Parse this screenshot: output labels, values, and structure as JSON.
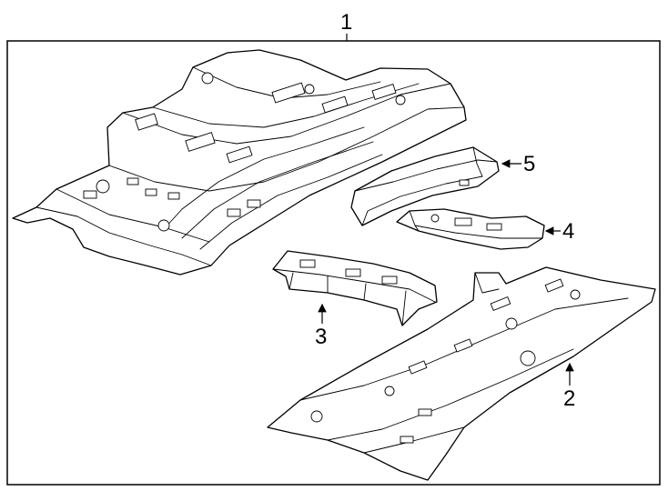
{
  "diagram": {
    "callouts": [
      {
        "id": "1",
        "label": "1"
      },
      {
        "id": "2",
        "label": "2"
      },
      {
        "id": "3",
        "label": "3"
      },
      {
        "id": "4",
        "label": "4"
      },
      {
        "id": "5",
        "label": "5"
      }
    ],
    "line_color": "#000000",
    "background": "#ffffff"
  }
}
